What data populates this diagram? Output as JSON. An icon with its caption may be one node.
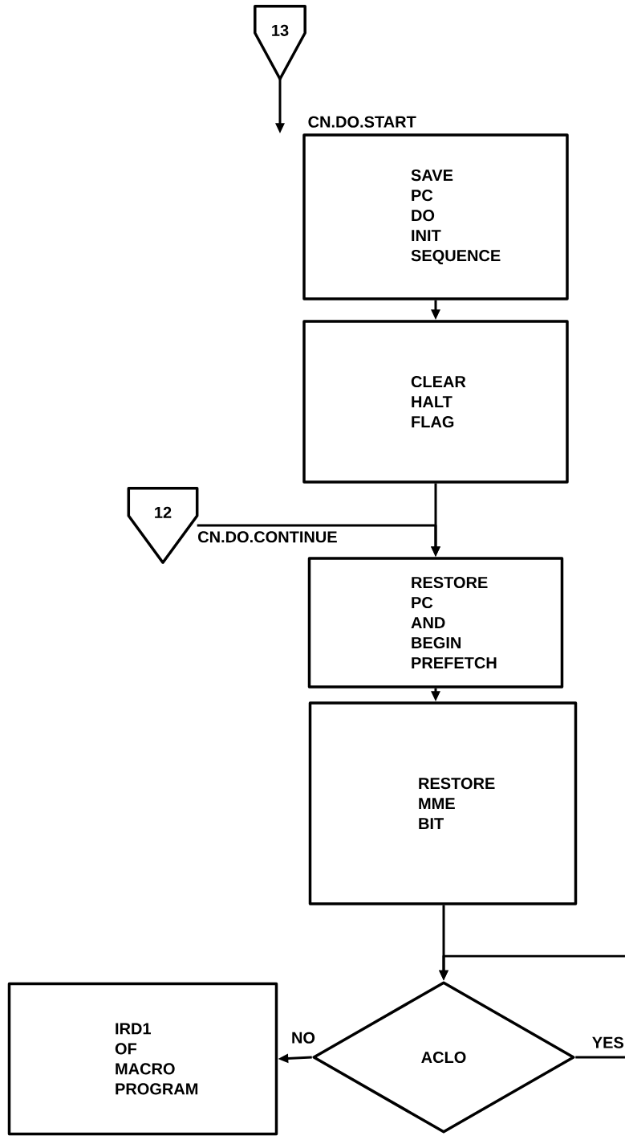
{
  "diagram": {
    "nodes": [
      {
        "text": [
          "13"
        ]
      },
      {
        "text": [
          "SAVE PC DO INIT SEQUENCE"
        ]
      },
      {
        "text": [
          "CLEAR HALT FLAG"
        ]
      },
      {
        "text": [
          "12"
        ]
      },
      {
        "text": [
          "RESTORE PC AND BEGIN PREFETCH"
        ]
      },
      {
        "text": [
          "RESTORE MME BIT"
        ]
      },
      {
        "text": [
          "ACLO"
        ]
      },
      {
        "text": [
          "IRD1 OF MACRO PROGRAM"
        ]
      }
    ],
    "edges": [
      {
        "from": 0,
        "to": 1,
        "arrow": "to",
        "label": "CN.DO.START"
      },
      {
        "from": 1,
        "to": 2,
        "arrow": "to"
      },
      {
        "from": 2,
        "to": 4,
        "arrow": "to"
      },
      {
        "from": 3,
        "to": 4,
        "arrow": "to",
        "label": "CN.DO.CONTINUE"
      },
      {
        "from": 4,
        "to": 5,
        "arrow": "to"
      },
      {
        "from": 5,
        "to": 6,
        "arrow": "to"
      },
      {
        "from": null,
        "to": 6,
        "arrow": "to"
      },
      {
        "from": 6,
        "to": 7,
        "arrow": "to",
        "label": "NO"
      },
      {
        "from": 6,
        "to": null,
        "arrow": "none",
        "label": "YES"
      }
    ]
  }
}
